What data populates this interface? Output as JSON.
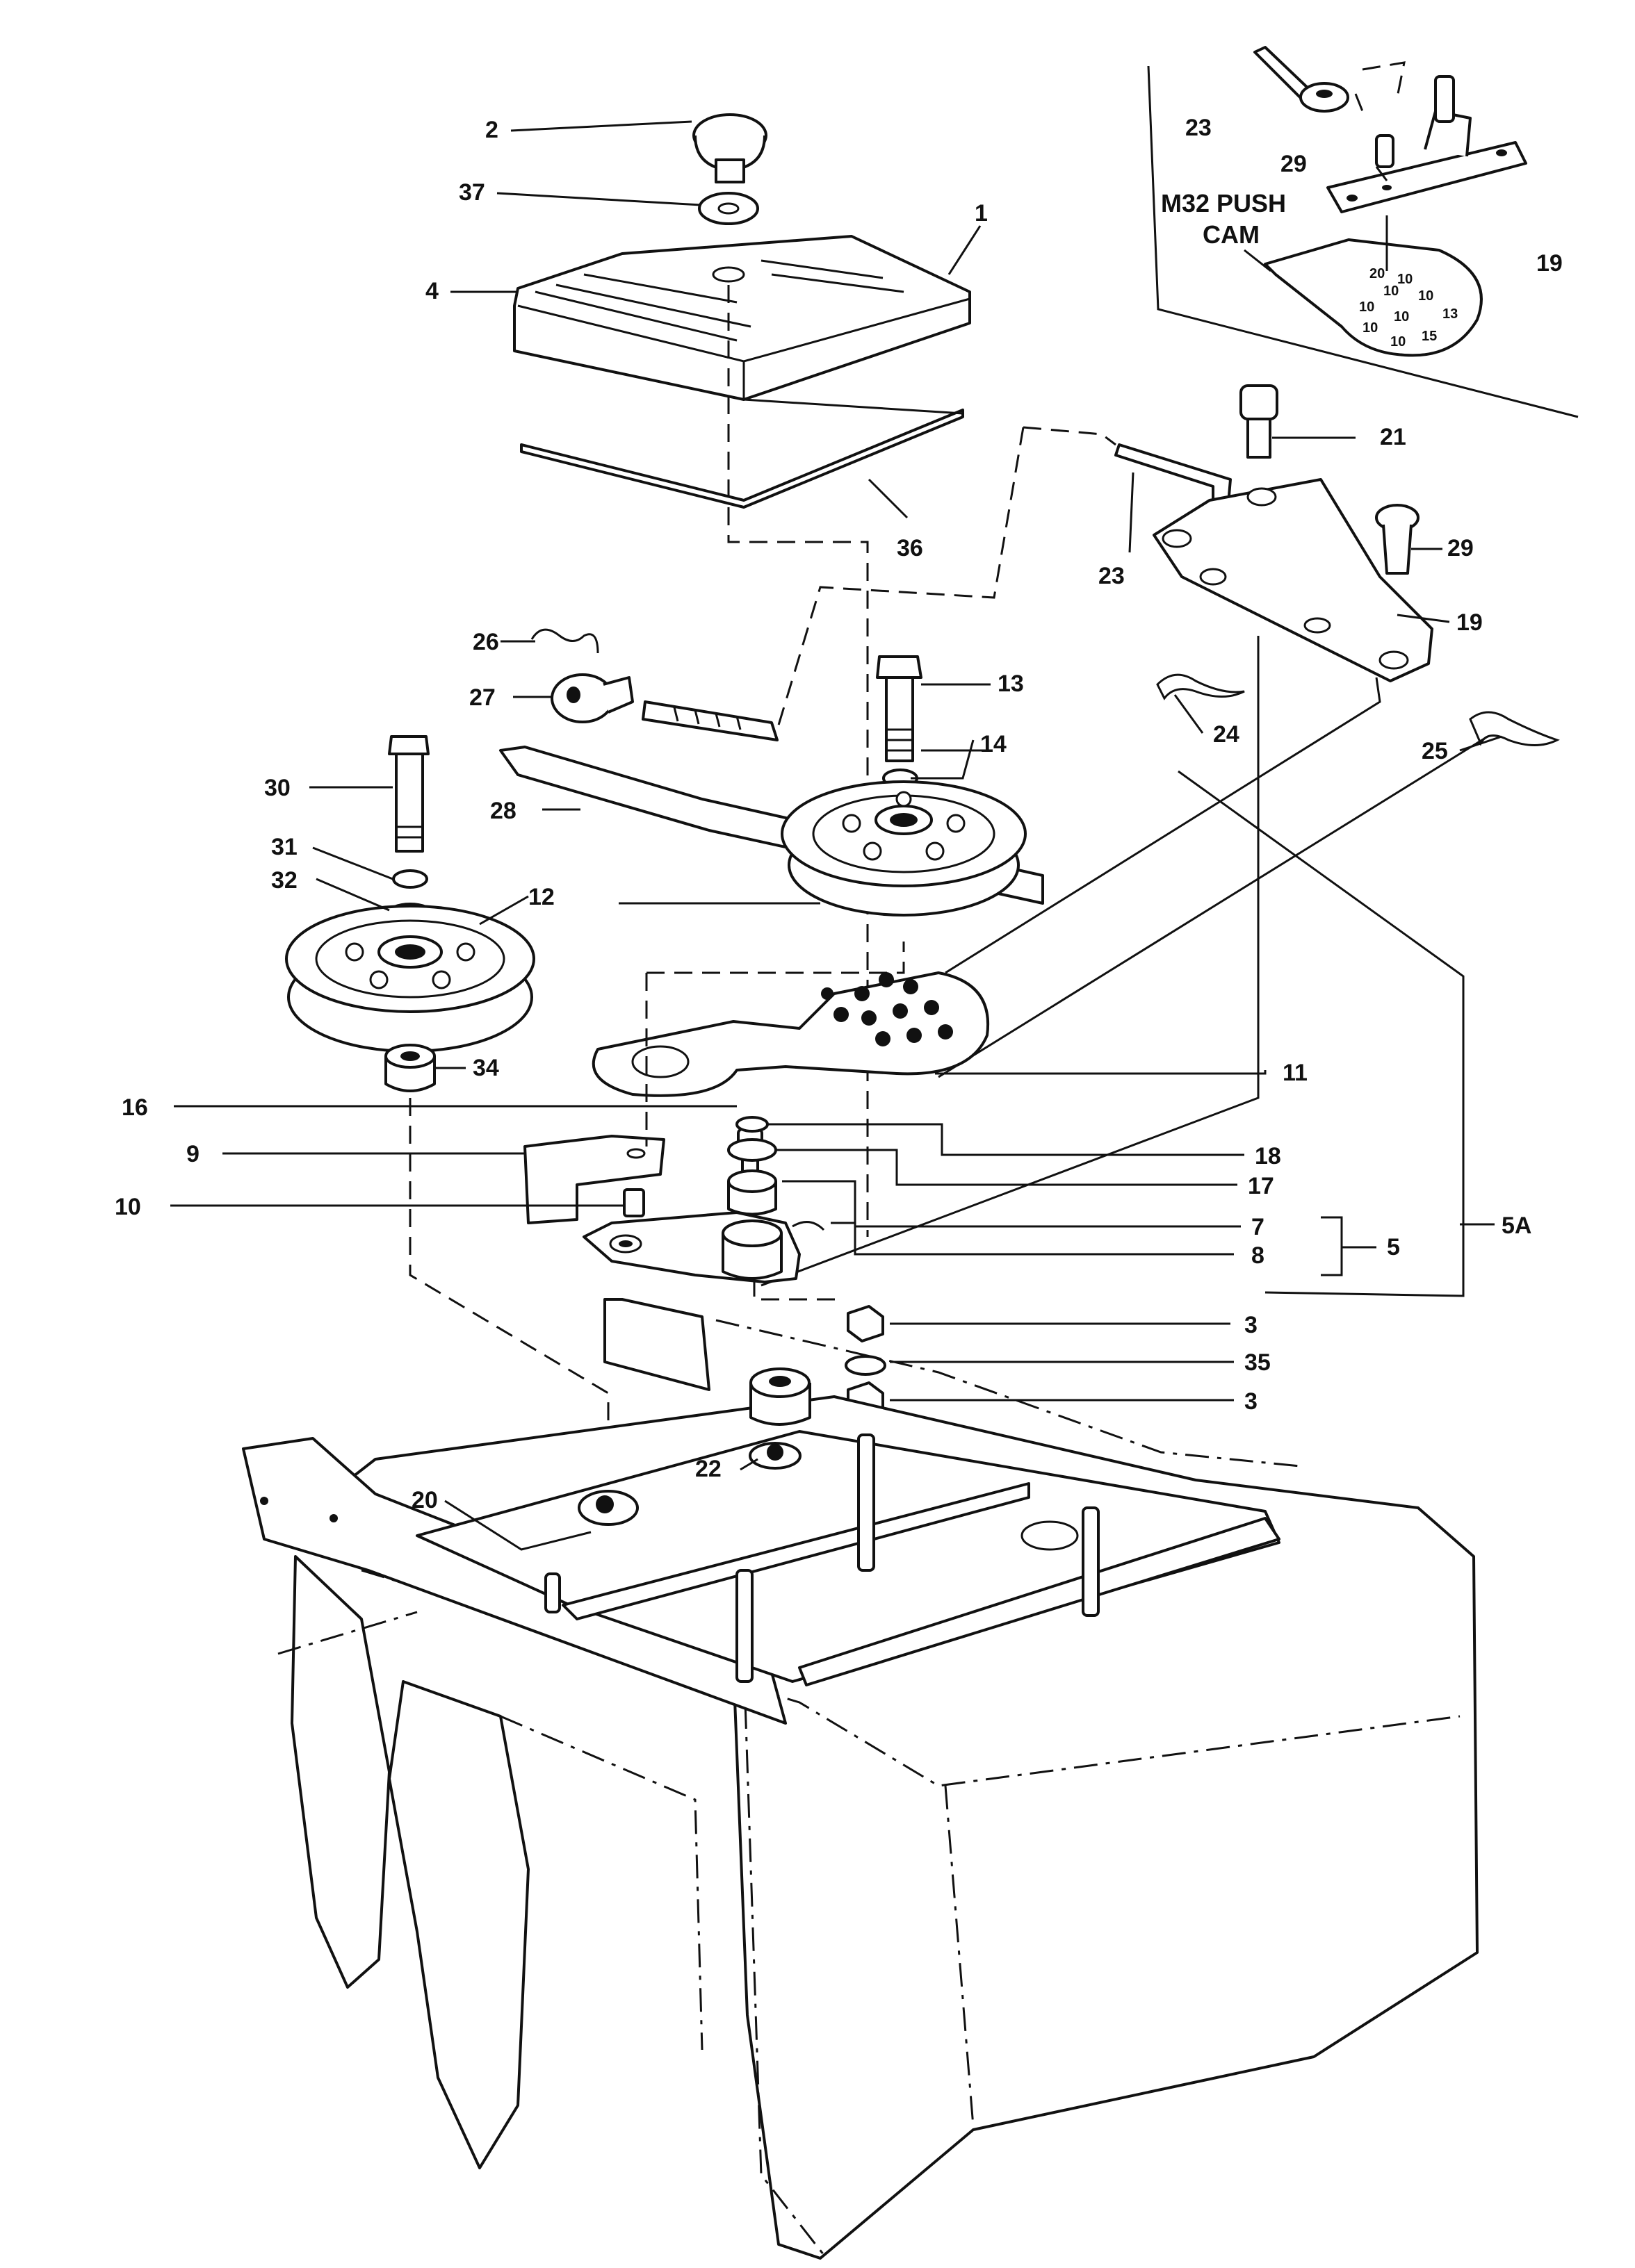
{
  "callouts": {
    "c1": "1",
    "c2": "2",
    "c3a": "3",
    "c3b": "3",
    "c4": "4",
    "c5": "5",
    "c5a": "5A",
    "c7": "7",
    "c8": "8",
    "c9": "9",
    "c10": "10",
    "c11": "11",
    "c12": "12",
    "c13": "13",
    "c14": "14",
    "c16": "16",
    "c17": "17",
    "c18": "18",
    "c19a": "19",
    "c19b": "19",
    "c20": "20",
    "c21": "21",
    "c22": "22",
    "c23a": "23",
    "c23b": "23",
    "c24": "24",
    "c25": "25",
    "c26": "26",
    "c27": "27",
    "c28": "28",
    "c29a": "29",
    "c29b": "29",
    "c30": "30",
    "c31": "31",
    "c32": "32",
    "c34": "34",
    "c35": "35",
    "c36": "36",
    "c37": "37"
  },
  "inset": {
    "line1": "M32 PUSH",
    "line2": "CAM"
  },
  "cam_numbers": [
    "20",
    "10",
    "10",
    "10",
    "10",
    "13",
    "10",
    "10",
    "15",
    "10"
  ]
}
